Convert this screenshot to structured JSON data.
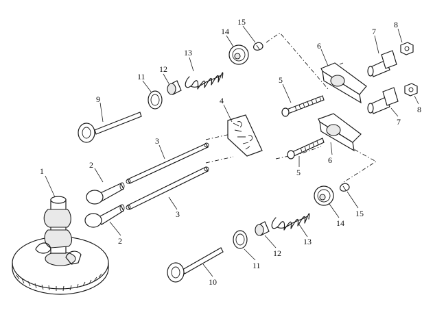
{
  "parts": [
    {
      "id": "1",
      "label": "1"
    },
    {
      "id": "2a",
      "label": "2"
    },
    {
      "id": "2b",
      "label": "2"
    },
    {
      "id": "3a",
      "label": "3"
    },
    {
      "id": "3b",
      "label": "3"
    },
    {
      "id": "4",
      "label": "4"
    },
    {
      "id": "5a",
      "label": "5"
    },
    {
      "id": "5b",
      "label": "5"
    },
    {
      "id": "6a",
      "label": "6"
    },
    {
      "id": "6b",
      "label": "6"
    },
    {
      "id": "7a",
      "label": "7"
    },
    {
      "id": "7b",
      "label": "7"
    },
    {
      "id": "8a",
      "label": "8"
    },
    {
      "id": "8b",
      "label": "8"
    },
    {
      "id": "9",
      "label": "9"
    },
    {
      "id": "10",
      "label": "10"
    },
    {
      "id": "11a",
      "label": "11"
    },
    {
      "id": "11b",
      "label": "11"
    },
    {
      "id": "12a",
      "label": "12"
    },
    {
      "id": "12b",
      "label": "12"
    },
    {
      "id": "13a",
      "label": "13"
    },
    {
      "id": "13b",
      "label": "13"
    },
    {
      "id": "14a",
      "label": "14"
    },
    {
      "id": "14b",
      "label": "14"
    },
    {
      "id": "15a",
      "label": "15"
    },
    {
      "id": "15b",
      "label": "15"
    }
  ]
}
